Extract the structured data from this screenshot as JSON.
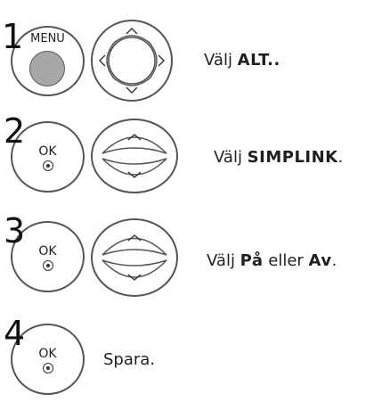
{
  "steps": [
    {
      "number": "1",
      "button_label": "MENU",
      "pad_icon": "four-way-arrow-pad-icon",
      "instruction_prefix": "Välj ",
      "instruction_bold": "ALT..",
      "instruction_suffix": ""
    },
    {
      "number": "2",
      "button_label": "OK",
      "pad_icon": "up-down-arrow-pad-icon",
      "instruction_prefix": "Välj ",
      "instruction_bold": "SIMPLINK",
      "instruction_suffix": "."
    },
    {
      "number": "3",
      "button_label": "OK",
      "pad_icon": "up-down-arrow-pad-icon",
      "instruction_prefix": "Välj ",
      "instruction_bold": "På",
      "instruction_middle": " eller ",
      "instruction_bold2": "Av",
      "instruction_suffix": "."
    },
    {
      "number": "4",
      "button_label": "OK",
      "instruction_prefix": "Spara."
    }
  ],
  "colors": {
    "outline": "#555555",
    "menu_button_fill": "#a7a7a7",
    "text": "#1f1f1f"
  }
}
